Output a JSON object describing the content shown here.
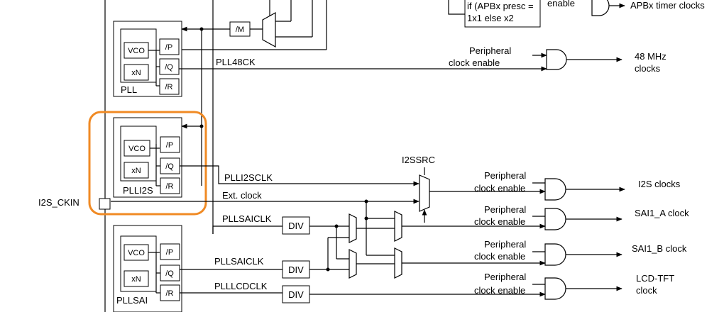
{
  "pll_main": {
    "vco": "VCO",
    "xn": "xN",
    "p": "/P",
    "q": "/Q",
    "r": "/R",
    "name": "PLL"
  },
  "pll_i2s": {
    "vco": "VCO",
    "xn": "xN",
    "p": "/P",
    "q": "/Q",
    "r": "/R",
    "name": "PLLI2S"
  },
  "pll_sai": {
    "vco": "VCO",
    "xn": "xN",
    "p": "/P",
    "q": "/Q",
    "r": "/R",
    "name": "PLLSAI"
  },
  "m_divider": "/M",
  "apb_box": {
    "line1": "if (APBx presc =",
    "line2": "1x1 else x2"
  },
  "enable_partial": "enable",
  "signals": {
    "pll48ck": "PLL48CK",
    "plli2sclk": "PLLI2SCLK",
    "ext_clock": "Ext. clock",
    "i2s_ckin": "I2S_CKIN",
    "pllsaiclk_1": "PLLSAICLK",
    "pllsaiclk_2": "PLLSAICLK",
    "plllcdclk": "PLLLCDCLK"
  },
  "mux_label": "I2SSRC",
  "div_label": "DIV",
  "periph": {
    "line1": "Peripheral",
    "line2": "clock enable"
  },
  "outputs": {
    "apbx_timer": "APBx timer clocks",
    "clk48_line1": "48 MHz",
    "clk48_line2": "clocks",
    "i2s": "I2S clocks",
    "sai1_a": "SAI1_A clock",
    "sai1_b": "SAI1_B clock",
    "lcd_line1": "LCD-TFT",
    "lcd_line2": "clock"
  },
  "colors": {
    "highlight": "#f08a24",
    "line": "#000000"
  }
}
